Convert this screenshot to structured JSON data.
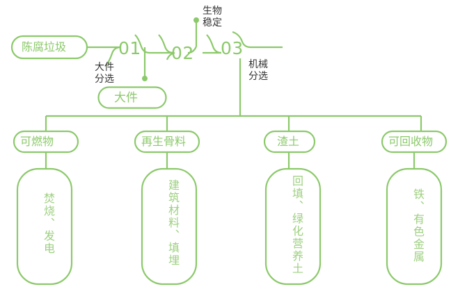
{
  "theme": {
    "line_color": "#8bc96a",
    "pill_text_color": "#8bc96a",
    "box_text_color": "#9ed080",
    "label_color": "#333333",
    "background": "#ffffff"
  },
  "flow": {
    "source": {
      "label": "陈腐垃圾"
    },
    "stages": [
      {
        "number": "01",
        "process": "大件\n分选"
      },
      {
        "number": "02",
        "process": "生物\n稳定"
      },
      {
        "number": "03",
        "process": "机械\n分选"
      }
    ],
    "stage1_output": {
      "label": "大件"
    }
  },
  "outputs": [
    {
      "name": "可燃物",
      "use": "焚烧、发电"
    },
    {
      "name": "再生骨料",
      "use": "建筑材料、填埋"
    },
    {
      "name": "渣土",
      "use": "回填、绿化营养土"
    },
    {
      "name": "可回收物",
      "use": "铁、有色金属"
    }
  ]
}
